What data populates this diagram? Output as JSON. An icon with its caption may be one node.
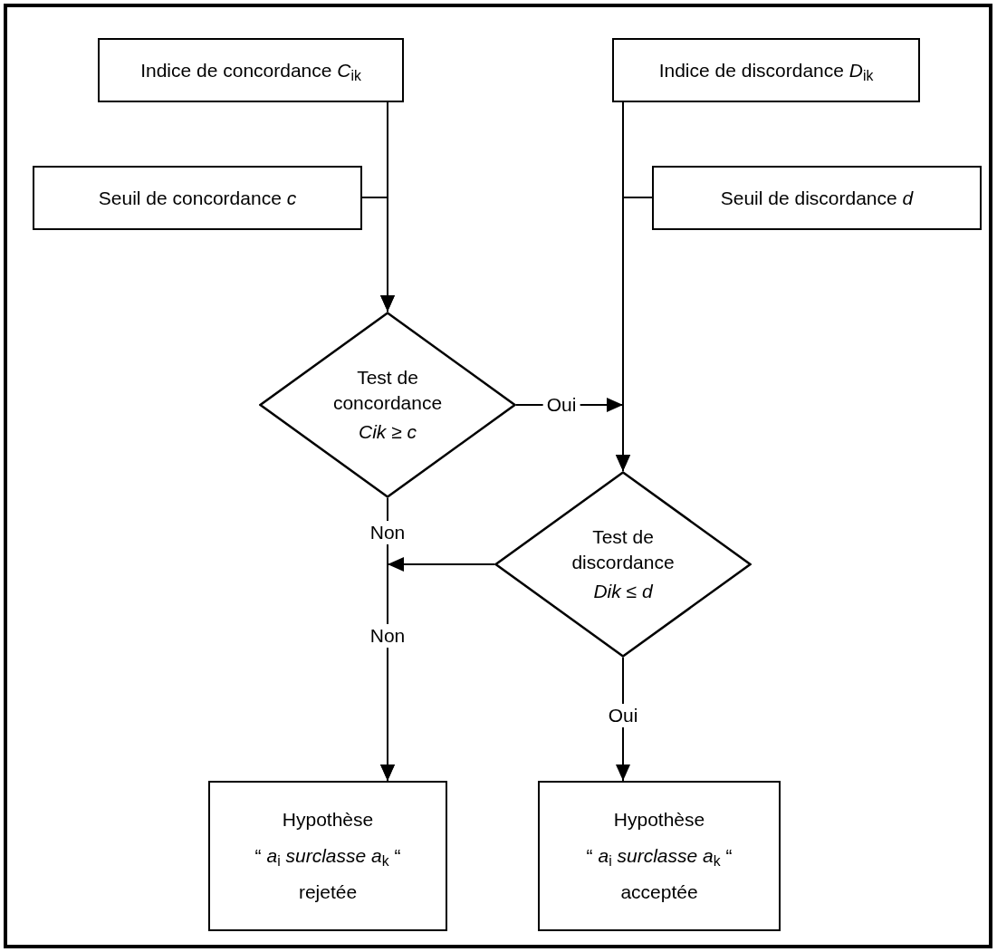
{
  "diagram": {
    "nodes": [
      {
        "text": [
          "Indice de concordance *C*$_{ik}$"
        ]
      },
      {
        "text": [
          "Indice de discordance *D*$_{ik}$"
        ]
      },
      {
        "text": [
          "Seuil de concordance *c*"
        ]
      },
      {
        "text": [
          "Seuil de discordance *d*"
        ]
      },
      {
        "text": [
          "Test de concordance",
          "*Cik* ≥ *c*"
        ]
      },
      {
        "text": [
          "Test de discordance",
          "*Dik* ≤ *d*"
        ]
      },
      {
        "text": [
          "Hypothèse",
          "“ *a*$_{i}$ *surclasse a*$_{k}$ “",
          "rejetée"
        ]
      },
      {
        "text": [
          "Hypothèse",
          "“ *a*$_{i}$ *surclasse a*$_{k}$ “",
          "acceptée"
        ]
      }
    ],
    "edges": [
      {
        "from": 0,
        "to": 4,
        "arrow": "to"
      },
      {
        "from": 2,
        "to": 4,
        "arrow": "to"
      },
      {
        "from": 1,
        "to": 5,
        "arrow": "to"
      },
      {
        "from": 3,
        "to": 5,
        "arrow": "to"
      },
      {
        "from": 4,
        "to": 5,
        "arrow": "to",
        "label": "Oui"
      },
      {
        "from": 4,
        "to": 6,
        "arrow": "to",
        "label": "Non"
      },
      {
        "from": 5,
        "to": 6,
        "arrow": "to",
        "label": "Non"
      },
      {
        "from": 5,
        "to": 7,
        "arrow": "to",
        "label": "Oui"
      }
    ]
  }
}
